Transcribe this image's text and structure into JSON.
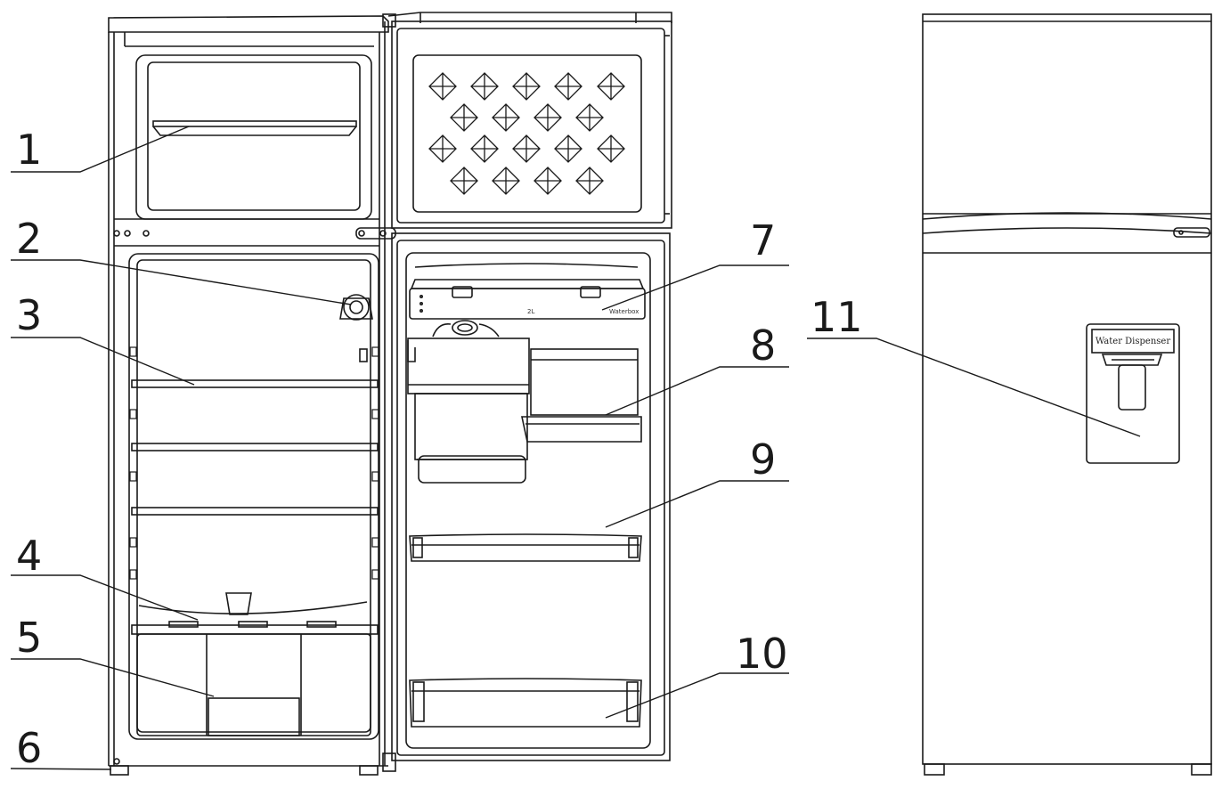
{
  "diagram": {
    "callouts": [
      {
        "number": "1"
      },
      {
        "number": "2"
      },
      {
        "number": "3"
      },
      {
        "number": "4"
      },
      {
        "number": "5"
      },
      {
        "number": "6"
      },
      {
        "number": "7"
      },
      {
        "number": "8"
      },
      {
        "number": "9"
      },
      {
        "number": "10"
      },
      {
        "number": "11"
      }
    ],
    "dispenser_label": "Water Dispenser",
    "control_label": "2L",
    "control_brand": "Waterbox",
    "colors": {
      "line": "#1a1a1a",
      "background": "#ffffff"
    }
  }
}
